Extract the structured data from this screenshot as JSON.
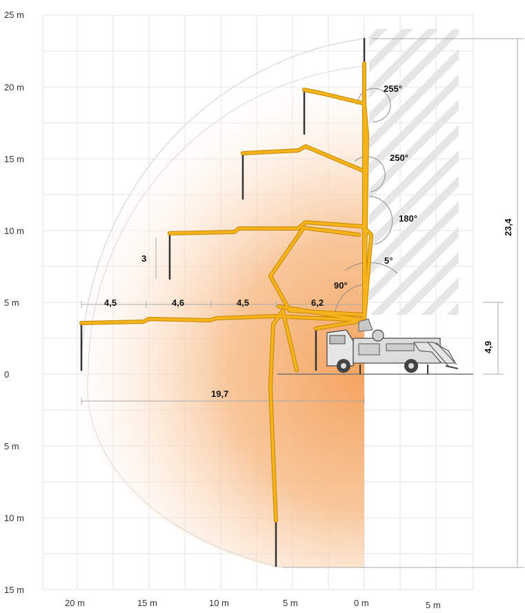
{
  "y_axis_labels": [
    "25 m",
    "20 m",
    "15 m",
    "10 m",
    "5 m",
    "0",
    "5 m",
    "10 m",
    "15 m"
  ],
  "x_axis_labels": [
    "20 m",
    "15 m",
    "10 m",
    "5 m",
    "0 m",
    "5 m"
  ],
  "angles": {
    "a255": "255°",
    "a250": "250°",
    "a180": "180°",
    "a5": "5°",
    "a90": "90°"
  },
  "dimensions": {
    "seg1": "4,5",
    "seg2": "4,6",
    "seg3": "4,5",
    "seg4": "6,2",
    "reach": "19,7",
    "hose": "3",
    "height": "23,4",
    "outrigger": "4,9"
  },
  "colors": {
    "boom": "#F5B41E",
    "boom_edge": "#C98A00",
    "hose": "#333333",
    "zone_inner": "#F4A35F",
    "zone_outer": "#FFFFFF",
    "grid": "#E3E3E3",
    "hatch": "#E5E5E5",
    "dim_line": "#A8A8A8",
    "truck": "#D9D9D9"
  }
}
